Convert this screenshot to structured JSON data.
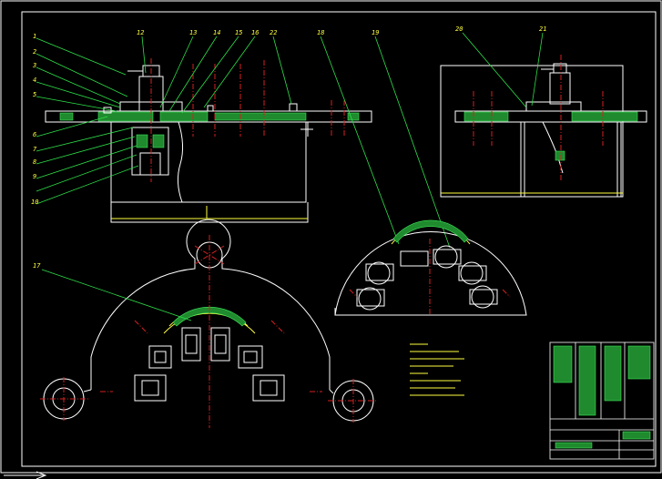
{
  "title_block": {
    "text": ""
  },
  "balloons": {
    "front": [
      "1",
      "2",
      "3",
      "4",
      "5",
      "6",
      "7",
      "8",
      "9",
      "10"
    ],
    "front_top": [
      "12",
      "13",
      "14",
      "15",
      "16",
      "22"
    ],
    "far": [
      "18",
      "19"
    ],
    "side": [
      "20",
      "21"
    ],
    "bottom": [
      "17"
    ]
  },
  "colors": {
    "background": "#000000",
    "outline": "#ffffff",
    "leader": "#2ee04a",
    "centerline": "#d42020",
    "section": "#1f8a2e",
    "dimension": "#ffff40"
  }
}
